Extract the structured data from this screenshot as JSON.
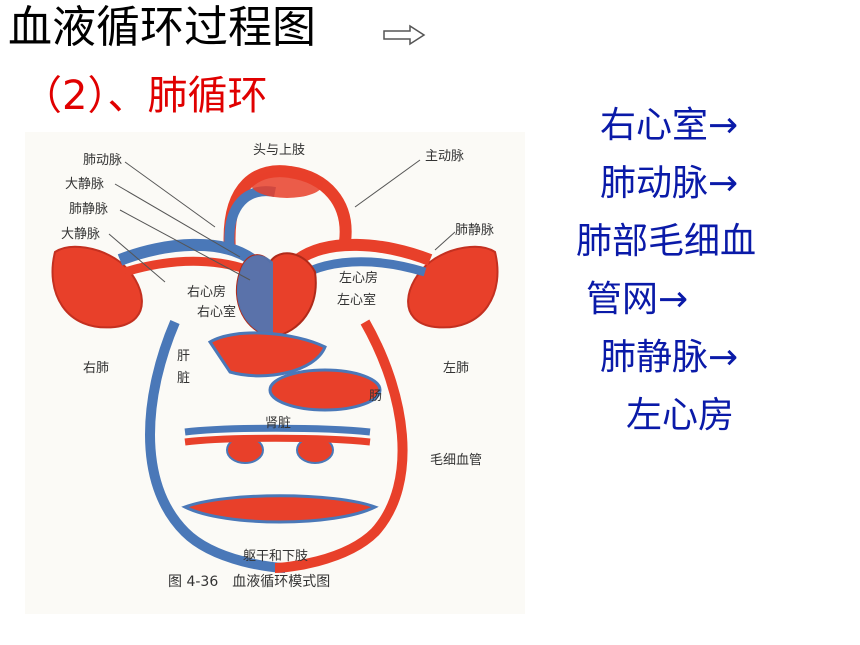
{
  "slide": {
    "title": "血液循环过程图",
    "subtitle": "（2）、肺循环"
  },
  "figure": {
    "labels": {
      "head_upper_limbs": "头与上肢",
      "pulmonary_artery": "肺动脉",
      "vena_cava_1": "大静脉",
      "pulmonary_vein_left": "肺静脉",
      "vena_cava_2": "大静脉",
      "aorta": "主动脉",
      "pulmonary_vein_right": "肺静脉",
      "right_atrium": "右心房",
      "right_ventricle": "右心室",
      "left_atrium": "左心房",
      "left_ventricle": "左心室",
      "right_lung": "右肺",
      "left_lung": "左肺",
      "liver_1": "肝",
      "liver_2": "脏",
      "intestine": "肠",
      "kidney": "肾脏",
      "capillaries": "毛细血管",
      "trunk_lower_limbs": "躯干和下肢"
    },
    "caption": "图 4-36　血液循环模式图",
    "colors": {
      "arterial": "#e8402a",
      "venous": "#4a78b8"
    }
  },
  "steps": [
    "右心室→",
    "肺动脉→",
    "肺部毛细血",
    "管网→",
    "肺静脉→",
    "左心房"
  ],
  "icons": {
    "title_arrow": "right-arrow-icon"
  }
}
